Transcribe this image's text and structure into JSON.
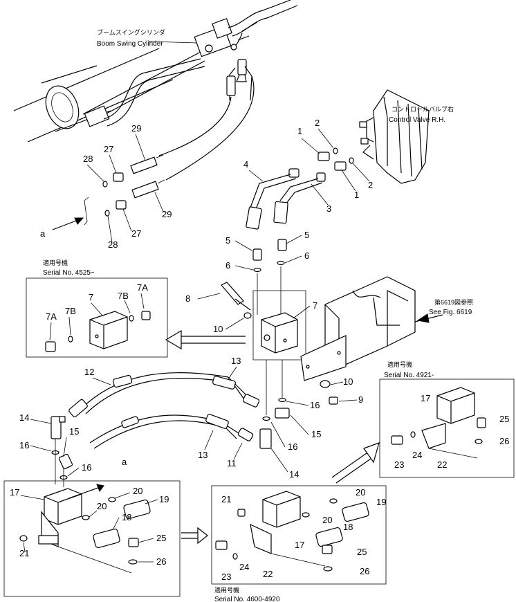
{
  "labels": {
    "boom_jp": "ブームスイングシリンダ",
    "boom_en": "Boom Swing Cylinder",
    "cv_jp": "コントロールバルブ右",
    "cv_en": "Control Valve R.H.",
    "fig_jp": "第6619図参照",
    "fig_en": "See Fig. 6619",
    "serial_jp": "適用号機",
    "serial_4525": "Serial No. 4525~",
    "serial_4921": "Serial No. 4921-",
    "serial_4600": "Serial No. 4600-4920",
    "arrow_a_left": "a",
    "arrow_a_bottom": "a"
  },
  "callouts": {
    "c1a": "1",
    "c1b": "1",
    "c2a": "2",
    "c2b": "2",
    "c3": "3",
    "c4": "4",
    "c5a": "5",
    "c5b": "5",
    "c6a": "6",
    "c6b": "6",
    "c7": "7",
    "c8": "8",
    "c9": "9",
    "c10a": "10",
    "c10b": "10",
    "c11": "11",
    "c12": "12",
    "c13a": "13",
    "c13b": "13",
    "c14a": "14",
    "c14b": "14",
    "c15a": "15",
    "c15b": "15",
    "c16a": "16",
    "c16b": "16",
    "c16c": "16",
    "c16d": "16",
    "c17": "17",
    "c18": "18",
    "c19": "19",
    "c20a": "20",
    "c20b": "20",
    "c21": "21",
    "c25": "25",
    "c26": "26",
    "c27a": "27",
    "c27b": "27",
    "c28a": "28",
    "c28b": "28",
    "c29a": "29",
    "c29b": "29"
  },
  "inset_4525": {
    "c7": "7",
    "c7a1": "7A",
    "c7a2": "7A",
    "c7b1": "7B",
    "c7b2": "7B"
  },
  "inset_4921": {
    "c17": "17",
    "c22": "22",
    "c23": "23",
    "c24": "24",
    "c25": "25",
    "c26": "26"
  },
  "inset_4600": {
    "c17": "17",
    "c18": "18",
    "c19": "19",
    "c20a": "20",
    "c20b": "20",
    "c21": "21",
    "c22": "22",
    "c23": "23",
    "c24": "24",
    "c25": "25",
    "c26": "26"
  }
}
